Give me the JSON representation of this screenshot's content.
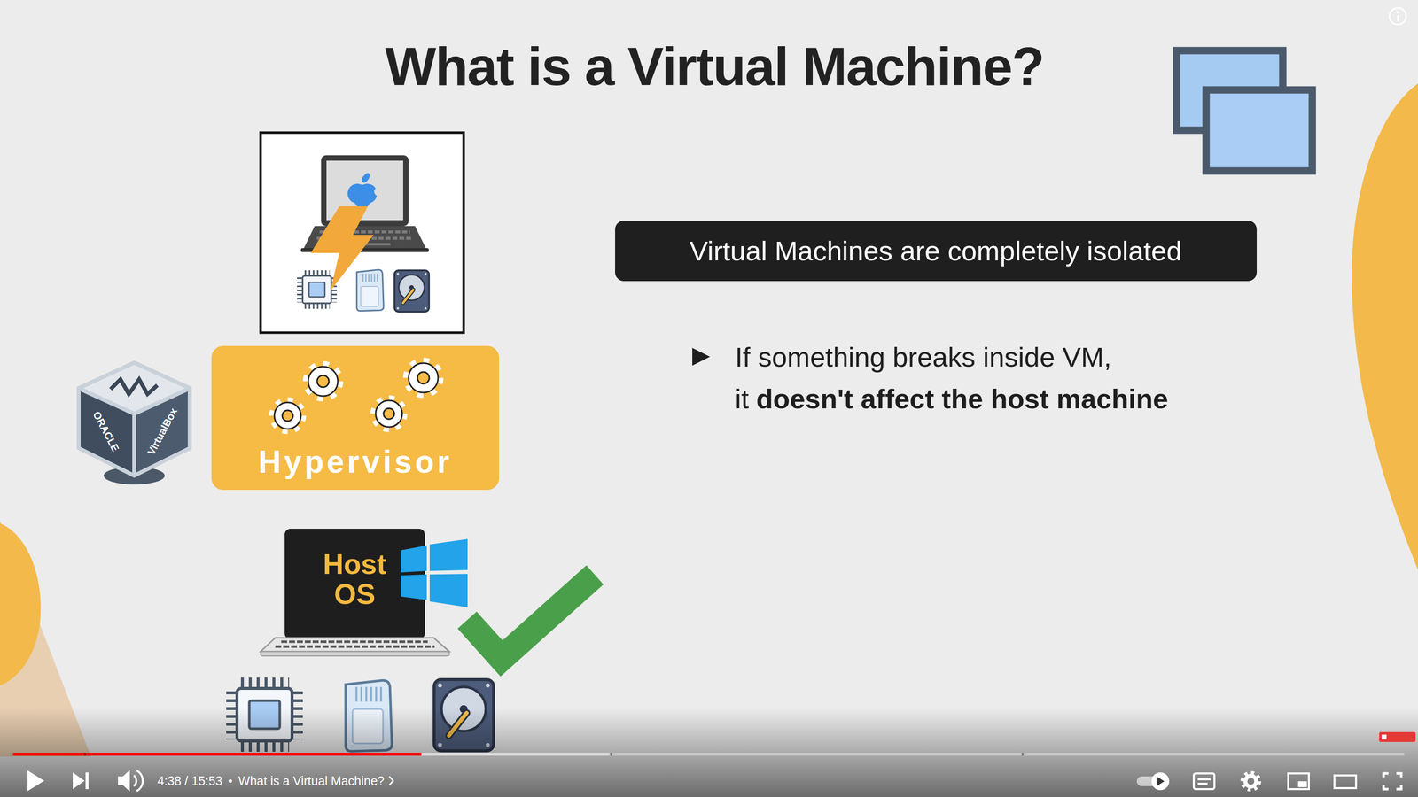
{
  "diagram": {
    "title": "What is a Virtual Machine?",
    "nodes": [
      {
        "text": [
          "Virtual Machines are completely isolated"
        ]
      },
      {
        "text": [
          "Hypervisor"
        ]
      },
      {
        "text": [
          "Host OS"
        ]
      }
    ],
    "labels": [
      "ORACLE",
      "VirtualBox",
      "If something breaks inside VM,",
      "it",
      "doesn't affect the host machine",
      "4:38 / 15:53",
      "•",
      "What is a Virtual Machine?"
    ]
  }
}
